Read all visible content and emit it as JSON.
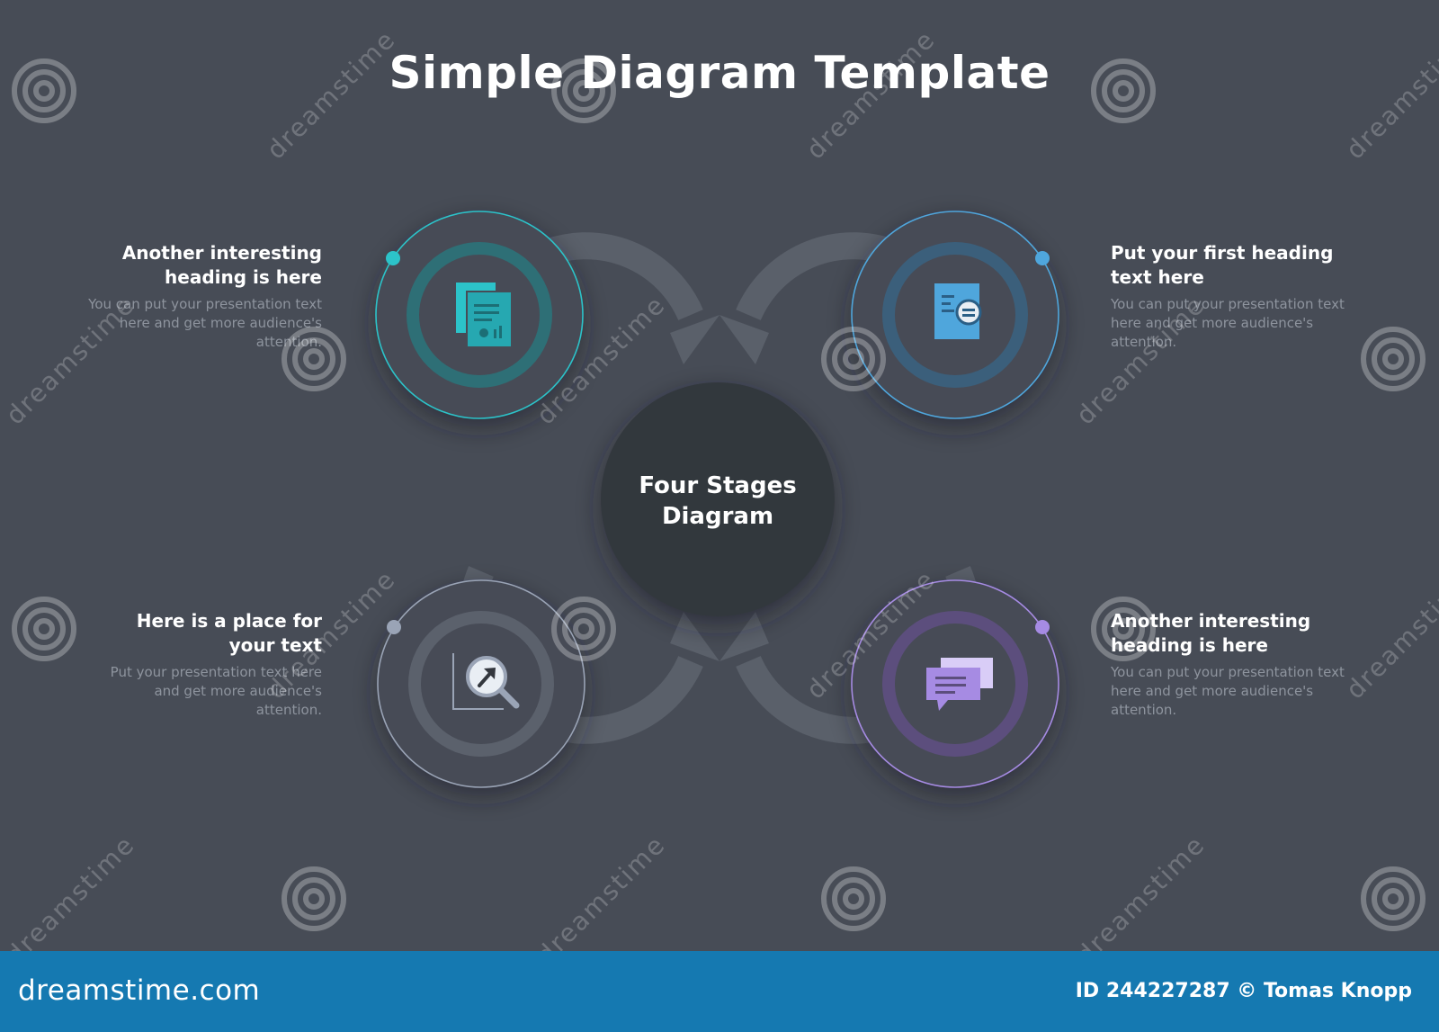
{
  "title": "Simple Diagram Template",
  "center": {
    "line1": "Four Stages",
    "line2": "Diagram"
  },
  "stages": [
    {
      "position": "top-right",
      "heading": "Put your first heading text here",
      "body": "You can put your presentation text here and get more audience's attention.",
      "icon": "document-search-icon",
      "color": "#4fa6dc"
    },
    {
      "position": "top-left",
      "heading": "Another interesting heading is here",
      "body": "You can put your presentation text here and get more audience's attention.",
      "icon": "documents-chart-icon",
      "color": "#2cc3c9"
    },
    {
      "position": "bottom-left",
      "heading": "Here is a place for your  text",
      "body": "Put your presentation text here and get more audience's attention.",
      "icon": "chart-magnifier-icon",
      "color": "#9aa4b6"
    },
    {
      "position": "bottom-right",
      "heading": "Another interesting heading is here",
      "body": "You can put your presentation text here and get more audience's attention.",
      "icon": "chat-bubbles-icon",
      "color": "#a68be3"
    }
  ],
  "watermark": {
    "text": "dreamstime",
    "spiral_icon": "dreamstime-spiral-icon"
  },
  "footer": {
    "brand": "dreamstime.com",
    "image_id": "ID 244227287 © Tomas Knopp"
  }
}
